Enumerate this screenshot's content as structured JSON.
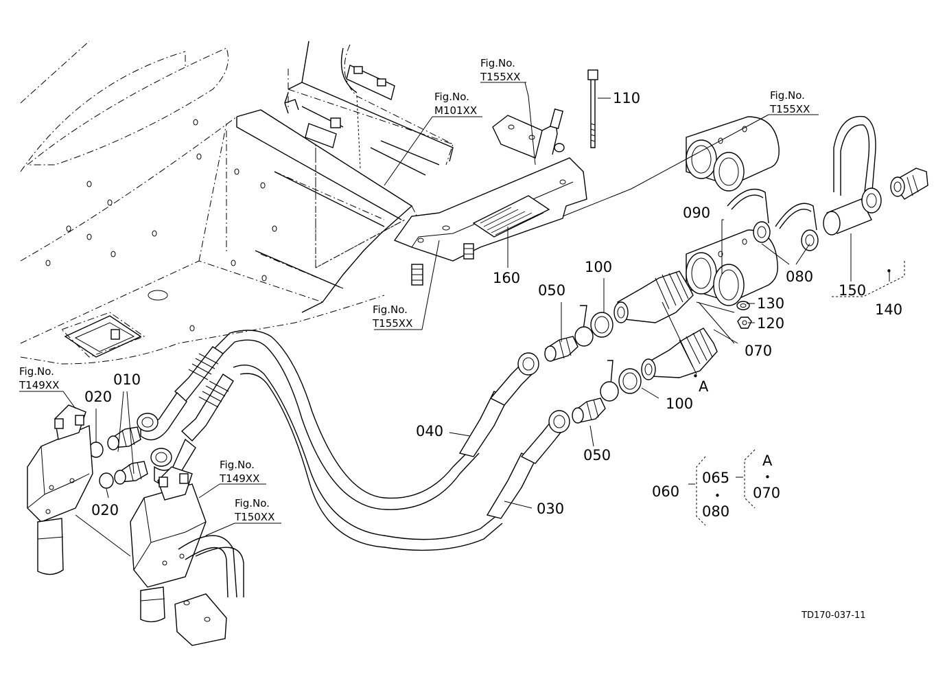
{
  "diagram": {
    "part_labels": {
      "p010": "010",
      "p020a": "020",
      "p020b": "020",
      "p030": "030",
      "p040": "040",
      "p050a": "050",
      "p050b": "050",
      "p060": "060",
      "p065": "065",
      "p070a": "070",
      "p070b": "070",
      "p080a": "080",
      "p080b": "080",
      "p090": "090",
      "p100a": "100",
      "p100b": "100",
      "p110": "110",
      "p120": "120",
      "p130": "130",
      "p140": "140",
      "p150": "150",
      "p160": "160",
      "a1": "A",
      "a2": "A"
    },
    "figure_refs": [
      {
        "prefix": "Fig.No.",
        "code": "T155XX"
      },
      {
        "prefix": "Fig.No.",
        "code": "M101XX"
      },
      {
        "prefix": "Fig.No.",
        "code": "T155XX"
      },
      {
        "prefix": "Fig.No.",
        "code": "T155XX"
      },
      {
        "prefix": "Fig.No.",
        "code": "T149XX"
      },
      {
        "prefix": "Fig.No.",
        "code": "T149XX"
      },
      {
        "prefix": "Fig.No.",
        "code": "T150XX"
      }
    ],
    "bullet": "•",
    "drawing_code": "TD170-037-11"
  }
}
